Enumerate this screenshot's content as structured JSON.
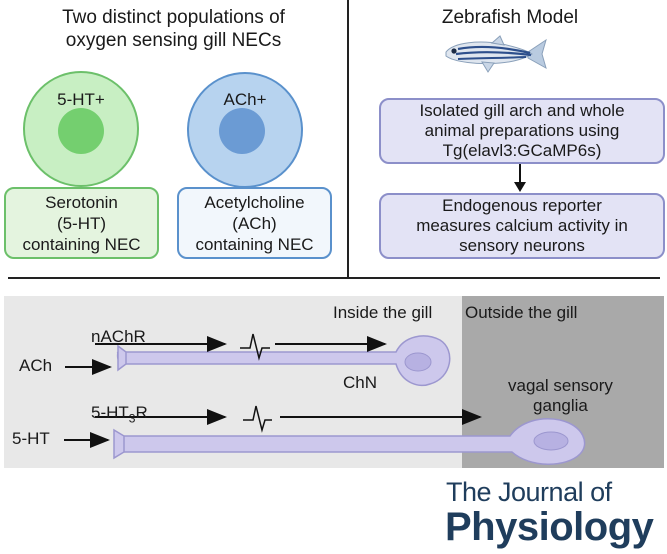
{
  "left_panel": {
    "title_line1": "Two distinct populations of",
    "title_line2": "oxygen sensing gill NECs",
    "cell_5ht_label": "5-HT+",
    "cell_ach_label": "ACh+",
    "box_serotonin": [
      "Serotonin",
      "(5-HT)",
      "containing NEC"
    ],
    "box_ach": [
      "Acetylcholine",
      "(ACh)",
      "containing NEC"
    ]
  },
  "right_panel": {
    "title": "Zebrafish Model",
    "box_top": [
      "Isolated gill arch and whole",
      "animal preparations using",
      "Tg(elavl3:GCaMP6s)"
    ],
    "box_bottom": [
      "Endogenous reporter",
      "measures calcium activity in",
      "sensory neurons"
    ]
  },
  "bottom_panel": {
    "inside_label": "Inside the gill",
    "outside_label": "Outside the gill",
    "ach_label": "ACh",
    "nachr_label": "nAChR",
    "chn_label": "ChN",
    "ht_label": "5-HT",
    "receptor_prefix": "5-HT",
    "receptor_sub": "3",
    "receptor_suffix": "R",
    "vagal_line1": "vagal sensory",
    "vagal_line2": "ganglia"
  },
  "journal": {
    "line1": "The Journal of",
    "line2": "Physiology"
  },
  "colors": {
    "serotonin_green": "#5cb85c",
    "ach_blue": "#4a86c5",
    "prep_fill": "#e3e3f5",
    "neuron_fill": "#cdc8ec",
    "journal_navy": "#1f3d5c"
  }
}
